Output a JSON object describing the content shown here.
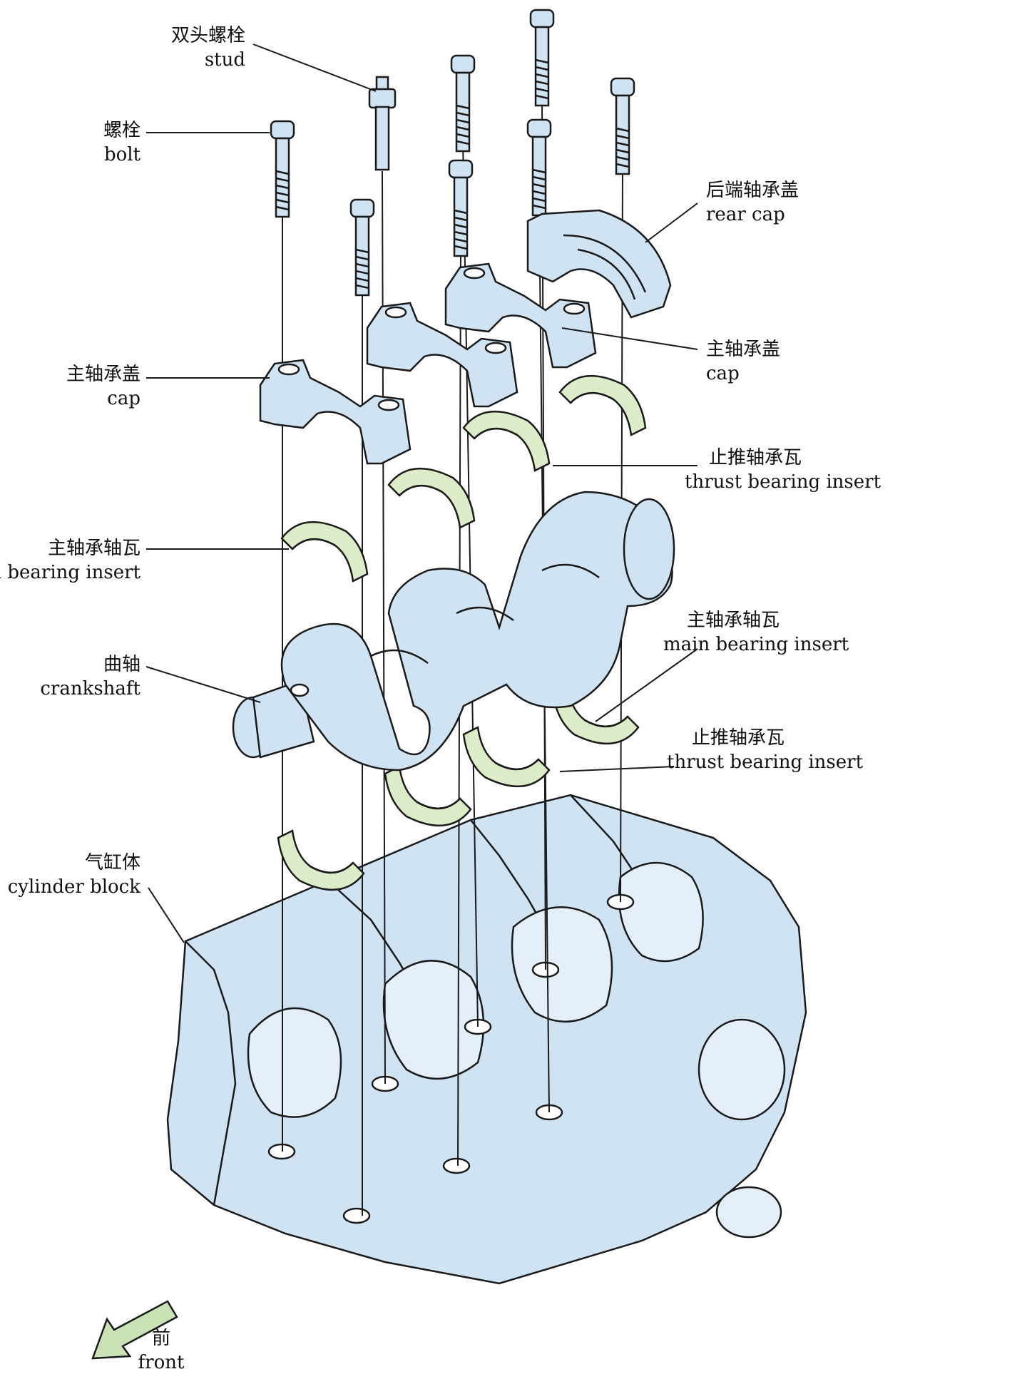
{
  "labels": {
    "stud": {
      "zh": "双头螺栓",
      "en": "stud"
    },
    "bolt": {
      "zh": "螺栓",
      "en": "bolt"
    },
    "rear_cap": {
      "zh": "后端轴承盖",
      "en": "rear cap"
    },
    "cap_left": {
      "zh": "主轴承盖",
      "en": "cap"
    },
    "cap_right": {
      "zh": "主轴承盖",
      "en": "cap"
    },
    "thrust_upper": {
      "zh": "止推轴承瓦",
      "en": "thrust bearing insert"
    },
    "main_insert_left": {
      "zh": "主轴承轴瓦",
      "en": "main bearing insert"
    },
    "main_insert_right": {
      "zh": "主轴承轴瓦",
      "en": "main bearing insert"
    },
    "crankshaft": {
      "zh": "曲轴",
      "en": "crankshaft"
    },
    "thrust_lower": {
      "zh": "止推轴承瓦",
      "en": "thrust bearing insert"
    },
    "cylinder_block": {
      "zh": "气缸体",
      "en": "cylinder block"
    },
    "front": {
      "zh": "前",
      "en": "front"
    }
  },
  "colors": {
    "part_fill": "#cfe3f3",
    "insert_fill": "#dcecc8",
    "outline": "#1a1a1a",
    "arrow_fill": "#c9e3b6"
  }
}
